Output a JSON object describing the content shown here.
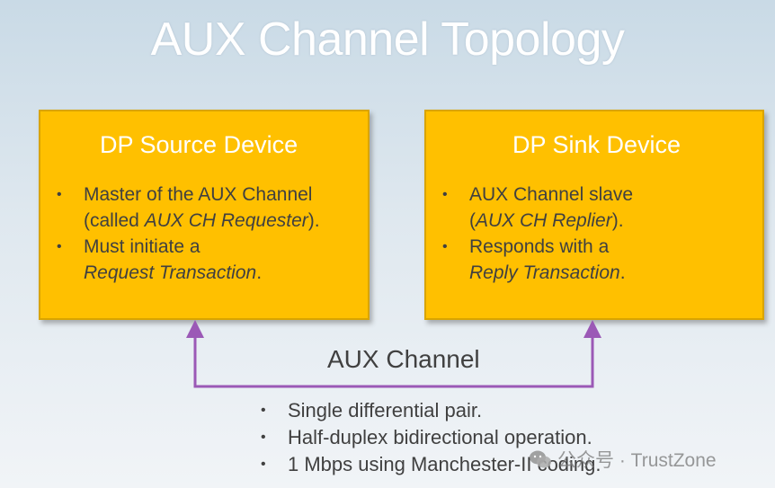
{
  "title": "AUX Channel Topology",
  "source": {
    "title": "DP Source Device",
    "items": [
      {
        "lines": [
          [
            {
              "t": "Master of the AUX Channel",
              "i": false
            }
          ],
          [
            {
              "t": "(called ",
              "i": false
            },
            {
              "t": "AUX CH Requester",
              "i": true
            },
            {
              "t": ").",
              "i": false
            }
          ]
        ]
      },
      {
        "lines": [
          [
            {
              "t": "Must initiate a",
              "i": false
            }
          ],
          [
            {
              "t": "Request Transaction",
              "i": true
            },
            {
              "t": ".",
              "i": false
            }
          ]
        ]
      }
    ]
  },
  "sink": {
    "title": "DP Sink Device",
    "items": [
      {
        "lines": [
          [
            {
              "t": "AUX Channel slave",
              "i": false
            }
          ],
          [
            {
              "t": "(",
              "i": false
            },
            {
              "t": "AUX CH Replier",
              "i": true
            },
            {
              "t": ").",
              "i": false
            }
          ]
        ]
      },
      {
        "lines": [
          [
            {
              "t": "Responds with a",
              "i": false
            }
          ],
          [
            {
              "t": "Reply Transaction",
              "i": true
            },
            {
              "t": ".",
              "i": false
            }
          ]
        ]
      }
    ]
  },
  "bullet_glyph": "•",
  "aux_channel": {
    "label": "AUX Channel",
    "color": "#9b59b6",
    "features": [
      "Single differential pair.",
      "Half-duplex bidirectional operation.",
      "1 Mbps using Manchester-II coding."
    ]
  },
  "watermark": {
    "text": "公众号 · TrustZone"
  },
  "colors": {
    "box_fill": "#ffc000",
    "box_text_title": "#ffffff",
    "body_text": "#404040"
  }
}
